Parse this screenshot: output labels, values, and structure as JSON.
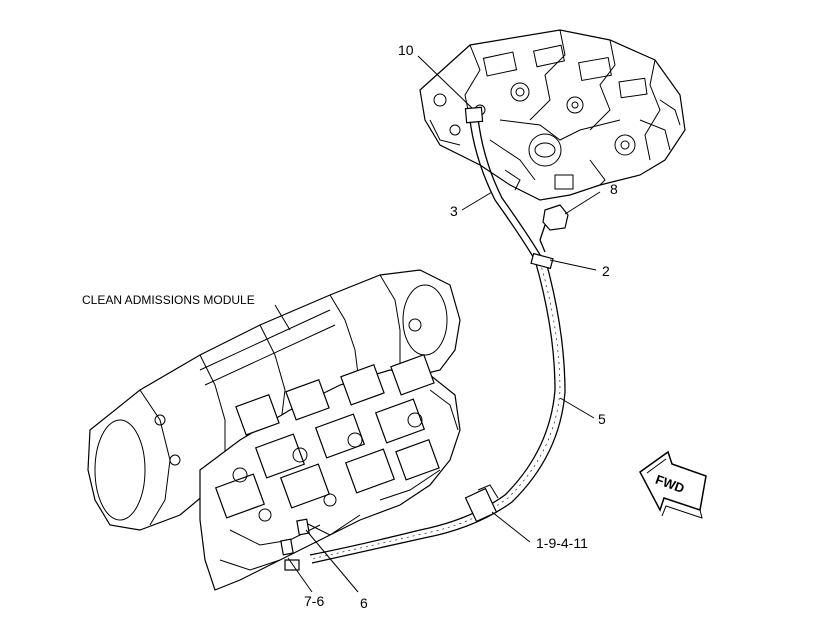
{
  "diagram": {
    "module_label": "CLEAN ADMISSIONS MODULE",
    "forward_arrow": {
      "label": "FWD",
      "icon": "forward-arrow-icon"
    },
    "callouts": [
      {
        "id": "10",
        "label": "10"
      },
      {
        "id": "3",
        "label": "3"
      },
      {
        "id": "8",
        "label": "8"
      },
      {
        "id": "2",
        "label": "2"
      },
      {
        "id": "5",
        "label": "5"
      },
      {
        "id": "1-9-4-11",
        "label": "1-9-4-11"
      },
      {
        "id": "6",
        "label": "6"
      },
      {
        "id": "7-6",
        "label": "7-6"
      }
    ],
    "components": [
      {
        "name": "engine-block-upper"
      },
      {
        "name": "clean-admissions-module"
      },
      {
        "name": "hose-assembly"
      },
      {
        "name": "clamp"
      },
      {
        "name": "fitting"
      }
    ]
  }
}
